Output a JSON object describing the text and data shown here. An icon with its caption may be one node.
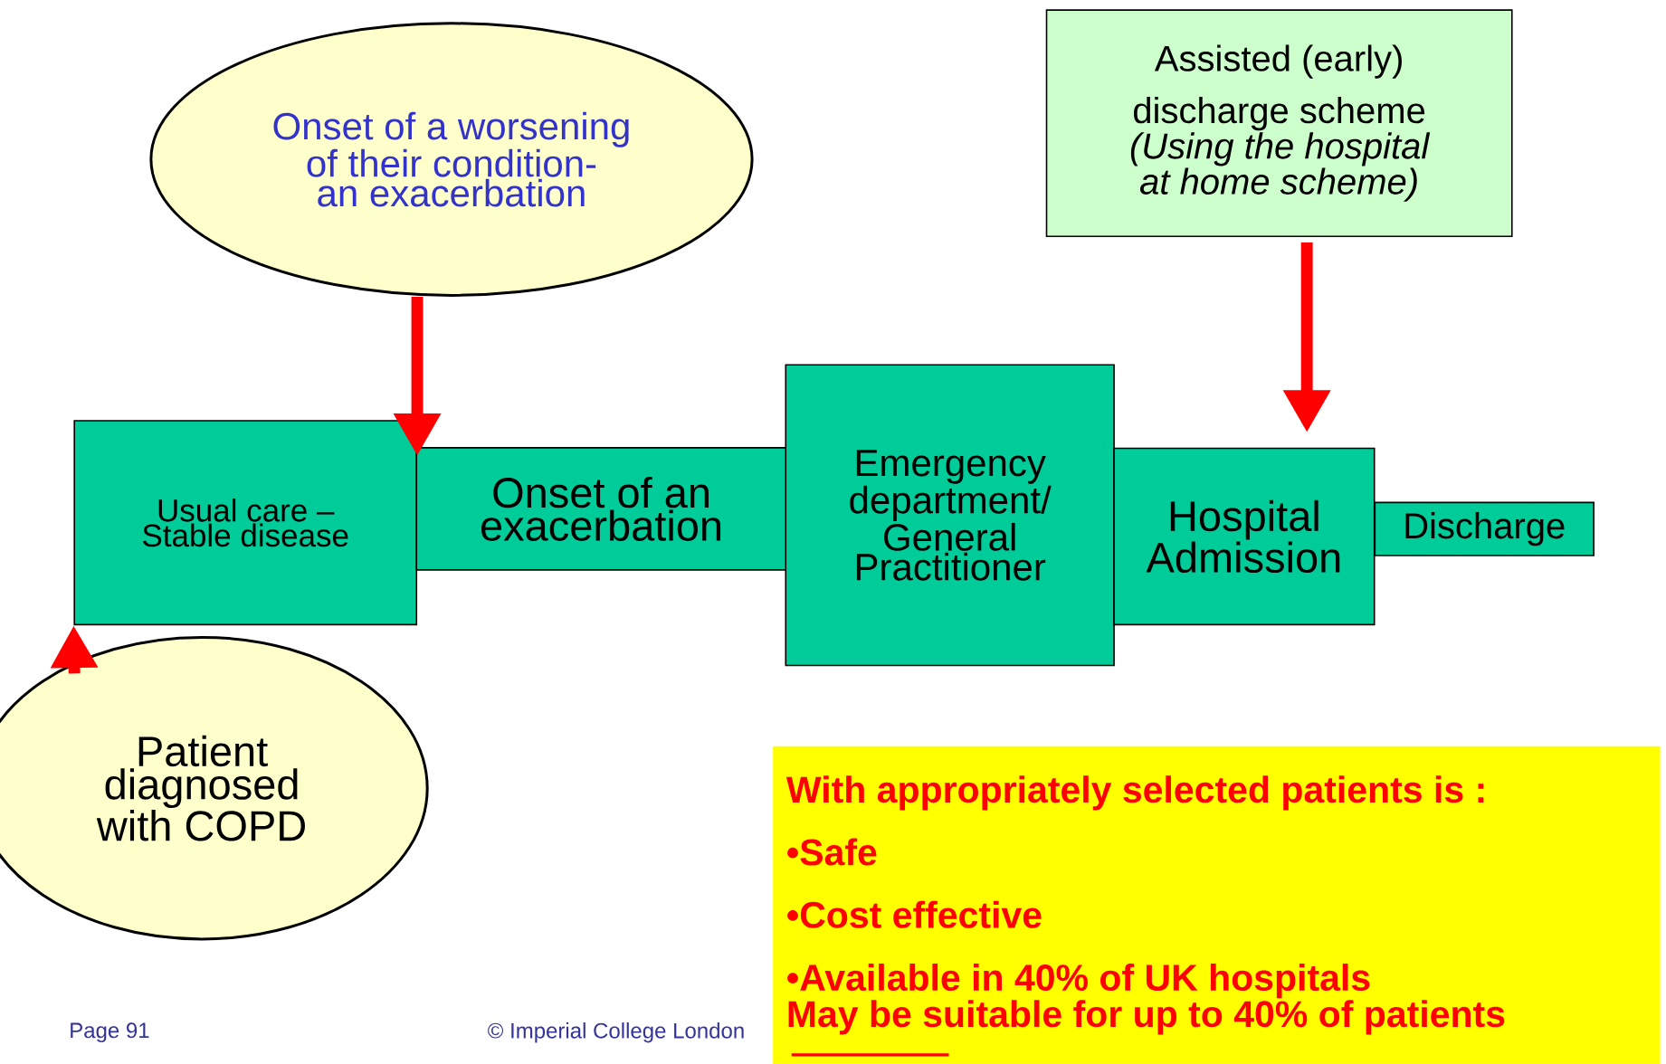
{
  "diagram": {
    "nodes": [
      {
        "text": [
          "Onset of a worsening of their condition- an exacerbation"
        ]
      },
      {
        "text": [
          "Assisted (early) discharge scheme",
          "(Using the hospital at home scheme)"
        ]
      },
      {
        "text": [
          "Usual care – Stable disease"
        ]
      },
      {
        "text": [
          "Onset of an exacerbation"
        ]
      },
      {
        "text": [
          "Emergency department/ General Practitioner"
        ]
      },
      {
        "text": [
          "Hospital Admission"
        ]
      },
      {
        "text": [
          "Discharge"
        ]
      },
      {
        "text": [
          "Patient diagnosed with COPD"
        ]
      },
      {
        "text": [
          "With appropriately selected patients is :",
          "•Safe",
          "•Cost effective",
          "•Available in 40% of UK hospitals",
          "May be  suitable for up to 40% of patients"
        ]
      }
    ],
    "edges": [
      {
        "from": 0,
        "to": 2,
        "arrow": "to"
      },
      {
        "from": 1,
        "to": 5,
        "arrow": "to"
      },
      {
        "from": 7,
        "to": 2,
        "arrow": "to"
      }
    ],
    "labels": [
      "Page 91",
      "© Imperial College London"
    ]
  }
}
